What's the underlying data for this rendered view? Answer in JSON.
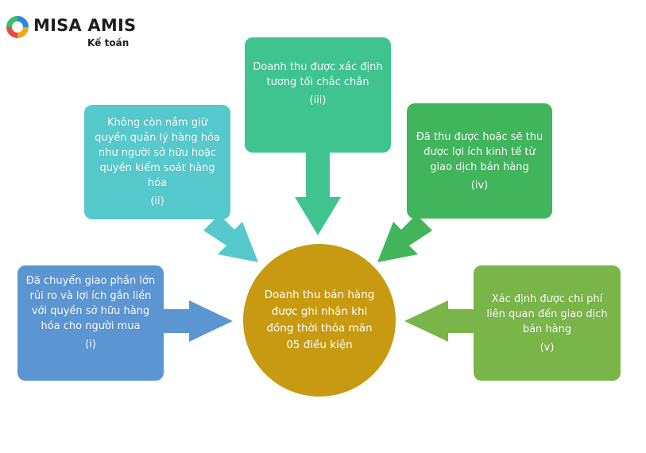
{
  "logo": {
    "name": "MISA AMIS",
    "subtitle": "Kế toán"
  },
  "center": {
    "text": "Doanh thu bán hàng được ghi nhận khi đồng thời thỏa mãn 05 điều kiện"
  },
  "conditions": [
    {
      "numeral": "(i)",
      "text": "Đã chuyển giao phần lớn rủi ro và lợi ích gắn liền với quyền sở hữu hàng hóa cho người mua",
      "color": "#5b95d2"
    },
    {
      "numeral": "(ii)",
      "text": "Không còn nắm giữ quyền quản lý hàng hóa như người sở hữu hoặc quyền kiểm soát hàng hóa",
      "color": "#55c9cb"
    },
    {
      "numeral": "(iii)",
      "text": "Doanh thu được xác định tương tối chắc chắn",
      "color": "#3fc490"
    },
    {
      "numeral": "(iv)",
      "text": "Đã thu được hoặc sẽ thu được lợi ích kinh tế từ giao dịch bán hàng",
      "color": "#41b55c"
    },
    {
      "numeral": "(v)",
      "text": "Xác định được chi phí liên quan đến giao dịch bán hàng",
      "color": "#79b548"
    }
  ],
  "colors": {
    "center": "#c79a12"
  }
}
